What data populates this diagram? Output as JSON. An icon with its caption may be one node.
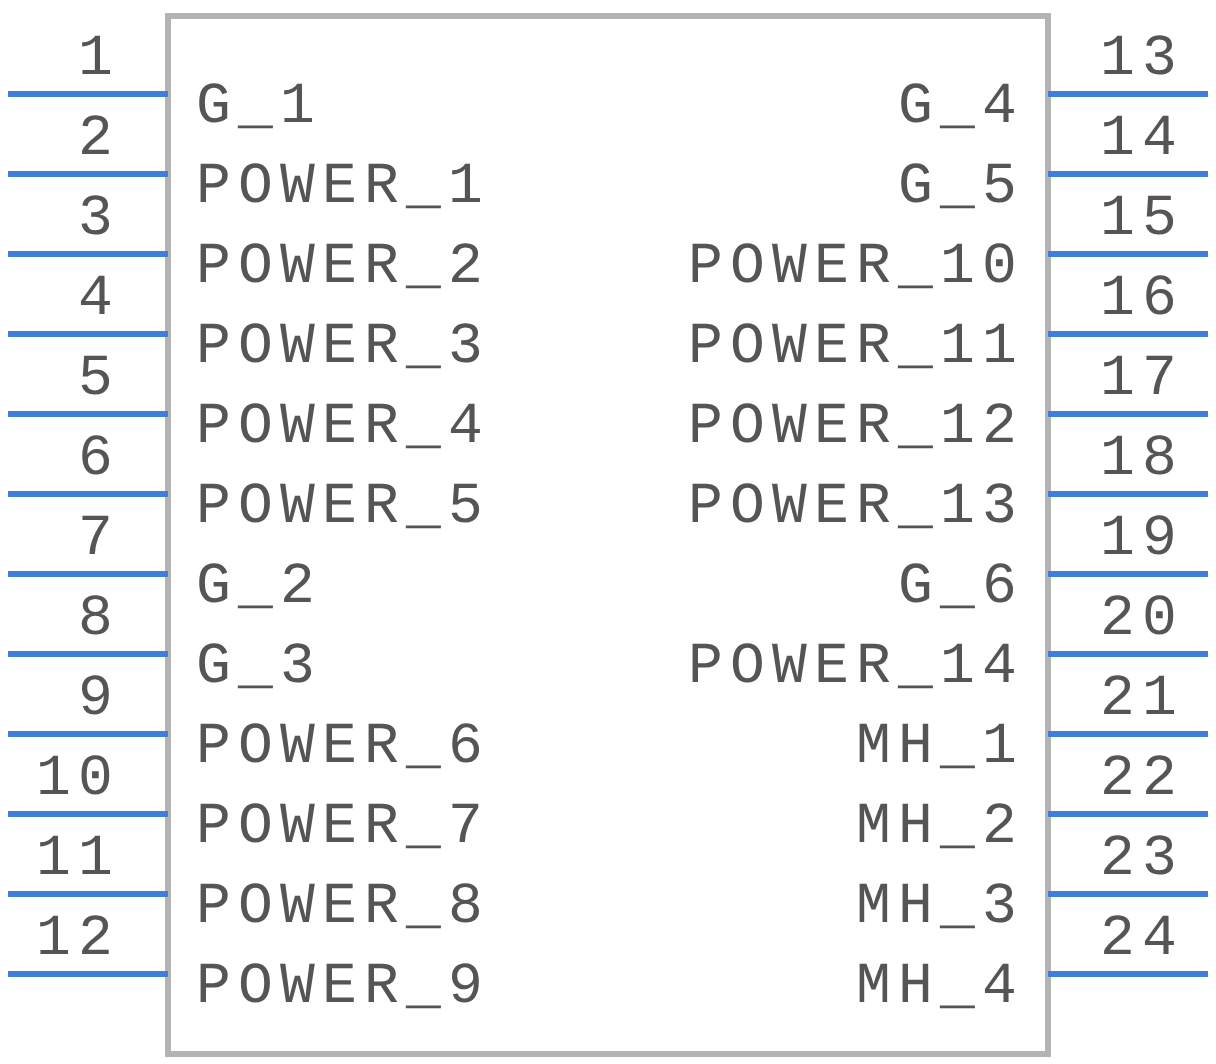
{
  "diagram": {
    "nodes": [
      {
        "text": [],
        "shape": "box"
      }
    ],
    "edges": [],
    "labels": [
      "1",
      "G_1",
      "G_4",
      "13",
      "2",
      "POWER_1",
      "G_5",
      "14",
      "3",
      "POWER_2",
      "POWER_10",
      "15",
      "4",
      "POWER_3",
      "POWER_11",
      "16",
      "5",
      "POWER_4",
      "POWER_12",
      "17",
      "6",
      "POWER_5",
      "POWER_13",
      "18",
      "7",
      "G_2",
      "G_6",
      "19",
      "8",
      "G_3",
      "POWER_14",
      "20",
      "9",
      "POWER_6",
      "MH_1",
      "21",
      "10",
      "POWER_7",
      "MH_2",
      "22",
      "11",
      "POWER_8",
      "MH_3",
      "23",
      "12",
      "POWER_9",
      "MH_4",
      "24"
    ]
  }
}
